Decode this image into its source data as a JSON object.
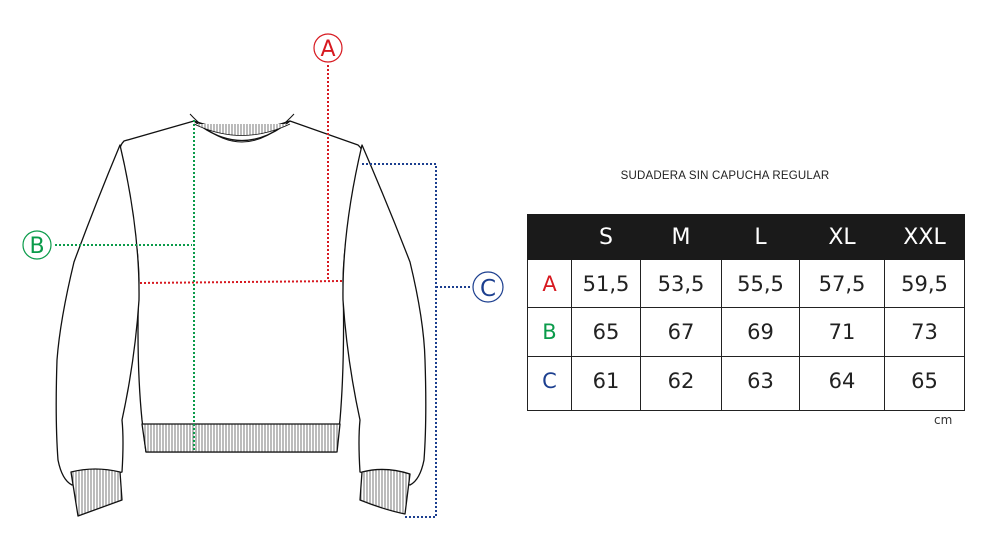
{
  "title": "SUDADERA SIN CAPUCHA REGULAR",
  "unit": "cm",
  "colors": {
    "A": "#d71920",
    "B": "#0a9b4a",
    "C": "#1c3f8f",
    "header_bg": "#1a1a1a"
  },
  "diagram": {
    "labels": [
      {
        "id": "A",
        "text": "A",
        "color": "#d71920",
        "meaning": "chest half-width line"
      },
      {
        "id": "B",
        "text": "B",
        "color": "#0a9b4a",
        "meaning": "body length line"
      },
      {
        "id": "C",
        "text": "C",
        "color": "#1c3f8f",
        "meaning": "sleeve length line"
      }
    ]
  },
  "table": {
    "columns": [
      "",
      "S",
      "M",
      "L",
      "XL",
      "XXL"
    ],
    "rows": [
      {
        "label": "A",
        "values": [
          "51,5",
          "53,5",
          "55,5",
          "57,5",
          "59,5"
        ]
      },
      {
        "label": "B",
        "values": [
          "65",
          "67",
          "69",
          "71",
          "73"
        ]
      },
      {
        "label": "C",
        "values": [
          "61",
          "62",
          "63",
          "64",
          "65"
        ]
      }
    ]
  }
}
